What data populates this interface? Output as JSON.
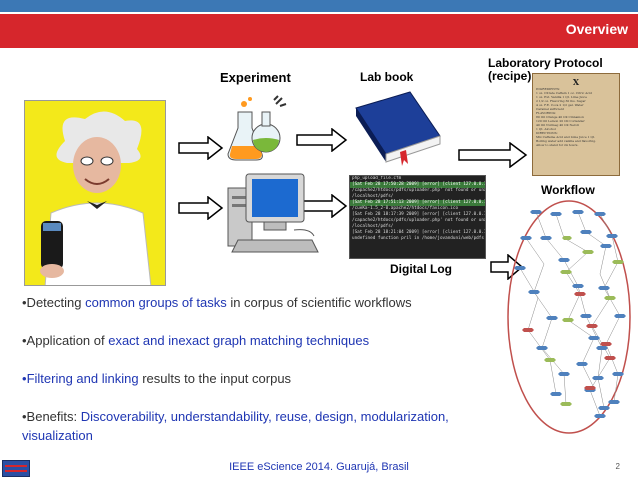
{
  "slide": {
    "title": "Overview",
    "page_number": "2",
    "footer": "IEEE eScience 2014. Guarujá, Brasil"
  },
  "labels": {
    "experiment": "Experiment",
    "lab_book": "Lab book",
    "protocol_line1": "Laboratory Protocol",
    "protocol_line2": "(recipe)",
    "workflow": "Workflow",
    "digital_log": "Digital Log"
  },
  "recipe_card": {
    "mark": "X",
    "lines": [
      "INGREDIENTS:",
      "1 oz. Citrate Caffein   1 oz. Citric Acid",
      "1 oz. Ext. Vanilla   1 Qt. Lime Juice",
      "2 1/2 oz. Flavoring   30 lbs. Sugar",
      "4 oz. F.E. Coca   2 1/2 gal. Water",
      "Caramel sufficient",
      "FLAVORING:",
      "80 Oil Orange   40 Oil Cinnamon",
      "120 Oil Lemon   20 Oil Coriander",
      "40 Oil Nutmeg   40 Oil Neroli",
      "1 Qt. Alcohol",
      "DIRECTIONS:",
      "Mix Caffeine Acid and Lime Juice 1 Qt.",
      "Boiling water add vanilla and flavoring.",
      "Allow to stand for 24 hours."
    ]
  },
  "terminal": {
    "lines": [
      "php_upload_file.cfm",
      "[Sat Feb 28 17:50:28 2009] [error] [client 127.0.0.1]",
      "/capache2/htdocs/pdfs/uploader.php' not found or unab",
      "/localhost/pdfs/",
      "[Sat Feb 28 17:51:13 2009] [error] [client 127.0.0.1]",
      "/cueKa-1.5_2-0.apache2/htdocs/favicon.ico",
      "[Sat Feb 28 18:17:39 2009] [error] [client 127.0.0.1]",
      "/capache2/htdocs/pdfs/uploader.php' not found or unab",
      "/localhost/pdfs/",
      "[Sat Feb 28 18:21:04 2009] [error] [client 127.0.0.1]",
      "undefined function pril in /home/jovanduni/web/pdfs"
    ]
  },
  "bullets": [
    {
      "prefix": "•Detecting ",
      "highlight": "common groups of tasks",
      "suffix": " in corpus of scientific workflows"
    },
    {
      "prefix": "•Application of ",
      "highlight": "exact and inexact graph matching techniques",
      "suffix": ""
    },
    {
      "prefix": "•",
      "highlight": "Filtering and linking",
      "suffix": " results to the input corpus"
    },
    {
      "prefix": "•Benefits: ",
      "highlight": "Discoverability, understandability, reuse, design, modularization,",
      "suffix": ""
    },
    {
      "prefix": "",
      "highlight": "visualization",
      "suffix": ""
    }
  ],
  "colors": {
    "title_bar": "#d6262c",
    "top_stripe": "#3c78b5",
    "highlight_text": "#1f36b3",
    "body_text": "#333333",
    "workflow_ellipse": "#c0504d"
  }
}
